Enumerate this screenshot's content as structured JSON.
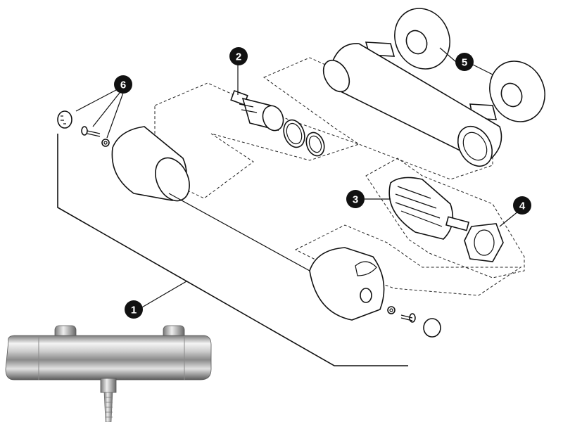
{
  "callouts": [
    {
      "id": "callout-1",
      "label": "1"
    },
    {
      "id": "callout-2",
      "label": "2"
    },
    {
      "id": "callout-3",
      "label": "3"
    },
    {
      "id": "callout-4",
      "label": "4"
    },
    {
      "id": "callout-5",
      "label": "5"
    },
    {
      "id": "callout-6",
      "label": "6"
    }
  ],
  "colors": {
    "callout_fill": "#111111",
    "callout_text": "#ffffff",
    "line": "#111111",
    "chrome_light": "#f2f2f2",
    "chrome_dark": "#6e6e6e"
  }
}
